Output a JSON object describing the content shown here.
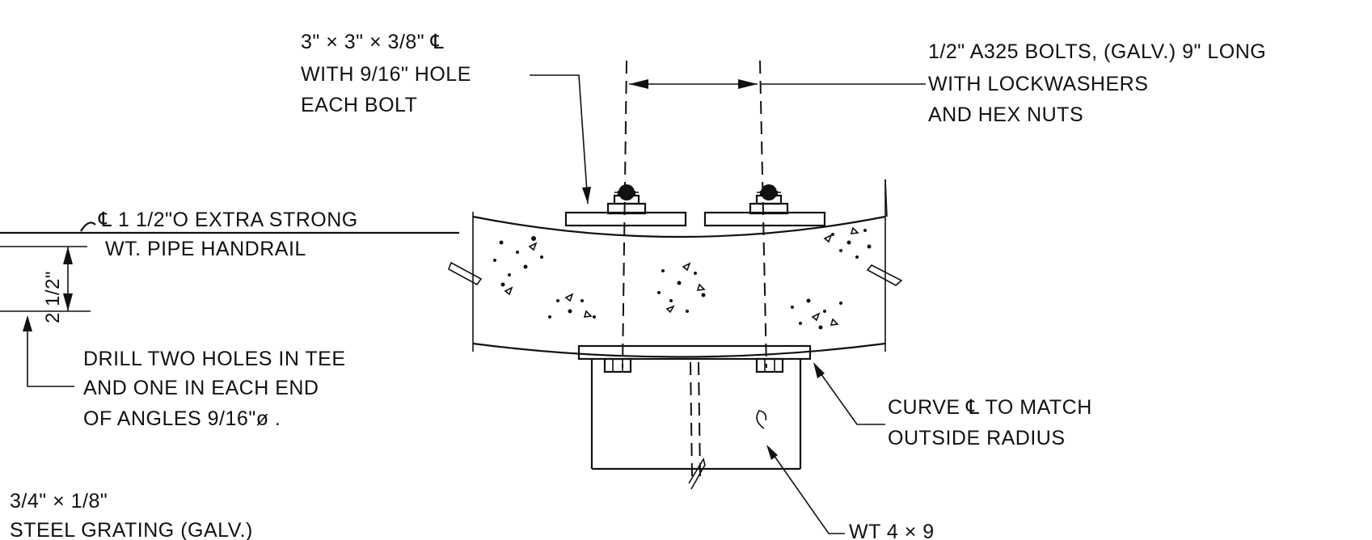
{
  "callouts": {
    "plate_note": {
      "line1": "3\" × 3\" × 3/8\" ℄",
      "line2": "WITH 9/16\" HOLE",
      "line3": "EACH BOLT"
    },
    "bolts_note": {
      "line1": "1/2\" A325 BOLTS, (GALV.) 9\" LONG",
      "line2": "WITH LOCKWASHERS",
      "line3": "AND HEX NUTS"
    },
    "handrail_note": {
      "line1": "℄ 1 1/2\"O EXTRA STRONG",
      "line2": "WT. PIPE HANDRAIL"
    },
    "drill_note": {
      "line1": "DRILL TWO HOLES IN TEE",
      "line2": "AND ONE IN EACH END",
      "line3": "OF ANGLES 9/16\"ø ."
    },
    "curve_note": {
      "line1": "CURVE ℄ TO MATCH",
      "line2": "OUTSIDE RADIUS"
    },
    "grating_note": {
      "line1": "3/4\" × 1/8\"",
      "line2": "STEEL GRATING (GALV.)"
    },
    "tee_note": {
      "line1": "WT 4 × 9"
    }
  },
  "dimensions": {
    "vertical_offset": "2 1/2\""
  }
}
